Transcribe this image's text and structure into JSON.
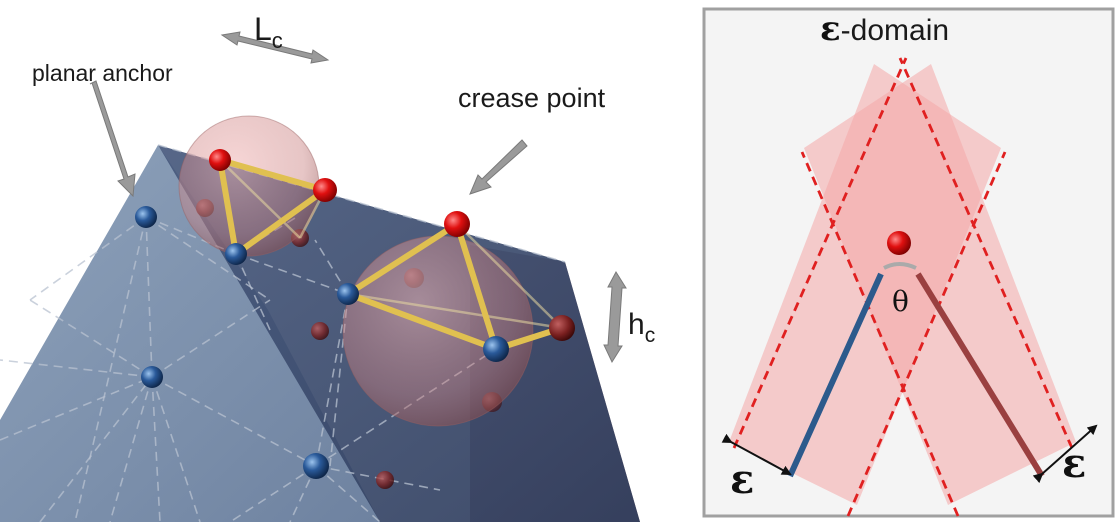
{
  "left_panel": {
    "label_lc_main": "L",
    "label_lc_sub": "c",
    "label_hc_main": "h",
    "label_hc_sub": "c",
    "label_planar_anchor": "planar anchor",
    "label_crease_point": "crease point"
  },
  "right_panel": {
    "title_symbol": "ε",
    "title_text": "-domain",
    "theta": "θ",
    "epsilon_left": "ε",
    "epsilon_right": "ε"
  },
  "colors": {
    "surface_light": "#7f93ac",
    "surface_dark": "#3a4a6a",
    "surface_rose": "#9c7a7a",
    "sphere_fill": "#d98c8c",
    "rod": "#e8c75a",
    "crease_red": "#e01010",
    "anchor_blue": "#2a5a9a",
    "domain_fill": "#f4b6b6",
    "domain_edge": "#e02020",
    "segment_blue": "#2c5a8c",
    "segment_red": "#9a4040",
    "panel_border": "#a0a0a0",
    "panel_bg": "#f4f4f4"
  }
}
